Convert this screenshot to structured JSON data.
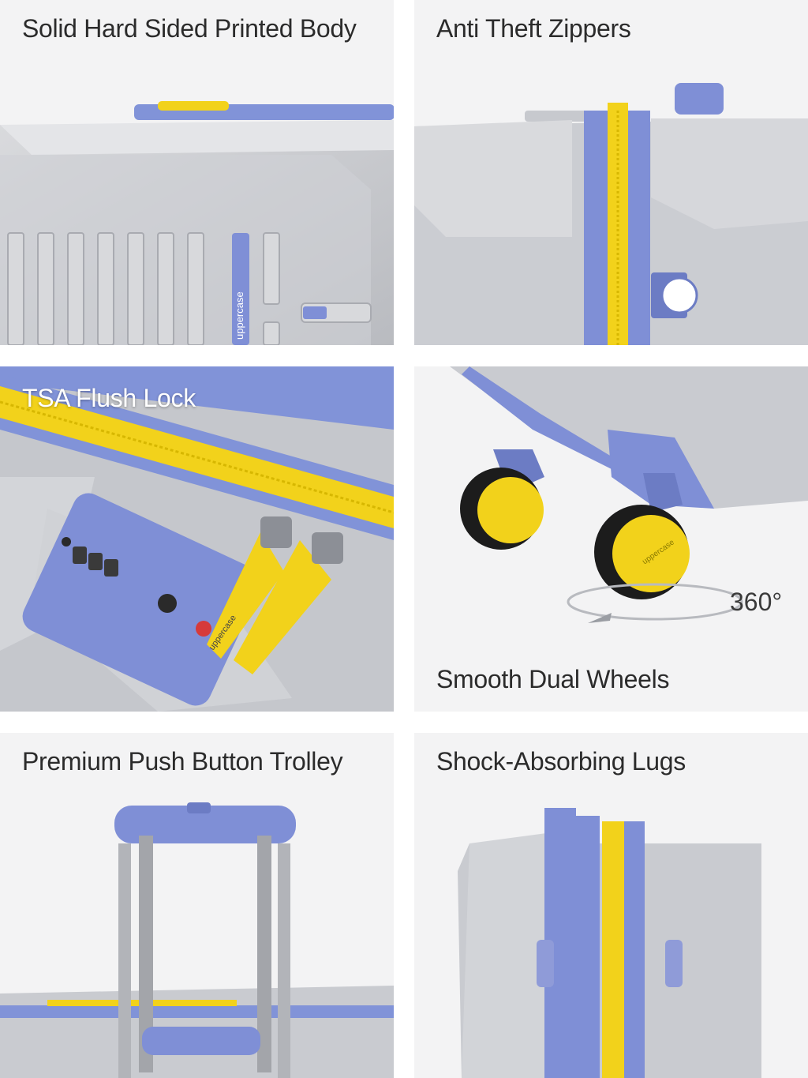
{
  "colors": {
    "background": "#f3f3f4",
    "shell_silver": "#c9cbd0",
    "accent_blue": "#7f8fd6",
    "accent_yellow": "#f2d21b",
    "caption_text": "#2b2b2b"
  },
  "panels": [
    {
      "caption": "Solid Hard Sided Printed Body",
      "brand_text": "uppercase"
    },
    {
      "caption": "Anti Theft Zippers"
    },
    {
      "caption": "TSA Flush Lock",
      "brand_text": "uppercase"
    },
    {
      "caption": "Smooth Dual Wheels",
      "rotation_label": "360°",
      "brand_text": "uppercase"
    },
    {
      "caption": "Premium Push Button Trolley"
    },
    {
      "caption": "Shock-Absorbing Lugs"
    }
  ]
}
